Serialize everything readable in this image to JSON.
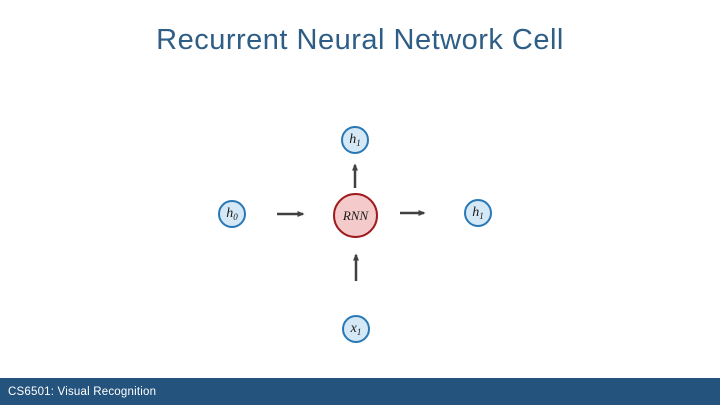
{
  "slide": {
    "title": "Recurrent Neural Network Cell",
    "footer": "CS6501: Visual Recognition"
  },
  "colors": {
    "title_text": "#2e5e86",
    "footer_bar": "#24537d",
    "footer_text": "#ffffff",
    "node_fill_blue": "#d5e8f6",
    "node_border_blue": "#2878b5",
    "cell_fill_red": "#f5caca",
    "cell_border_red": "#9e1b1f",
    "arrow": "#404040",
    "background": "#ffffff"
  },
  "diagram": {
    "center_cell": {
      "label": "RNN"
    },
    "top_node": {
      "base": "h",
      "sub": "1"
    },
    "left_node": {
      "base": "h",
      "sub": "0"
    },
    "right_node": {
      "base": "h",
      "sub": "1"
    },
    "bottom_node": {
      "base": "x",
      "sub": "1"
    },
    "edges": [
      {
        "from": "h0",
        "to": "RNN",
        "direction": "right"
      },
      {
        "from": "RNN",
        "to": "h1-right",
        "direction": "right"
      },
      {
        "from": "RNN",
        "to": "h1-top",
        "direction": "up"
      },
      {
        "from": "x1",
        "to": "RNN",
        "direction": "up"
      }
    ]
  }
}
